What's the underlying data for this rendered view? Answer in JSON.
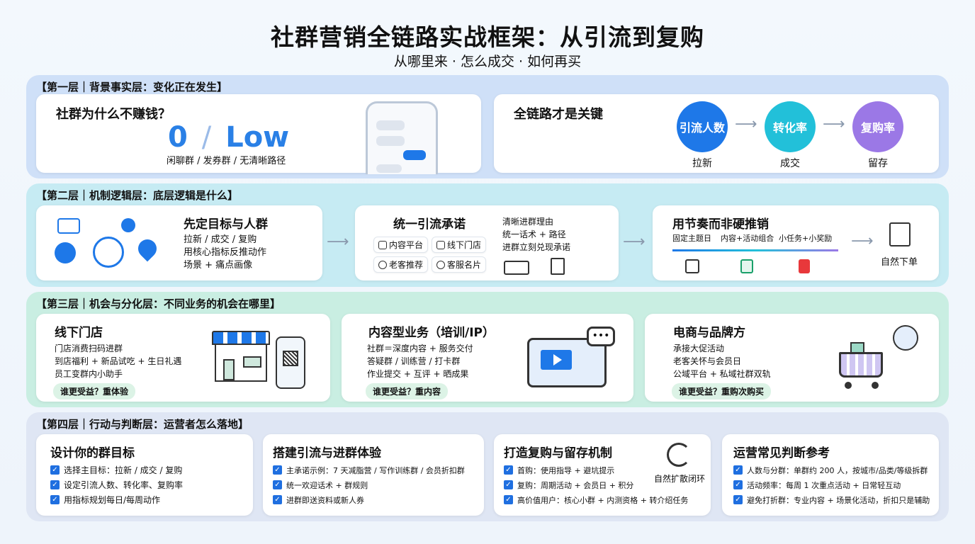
{
  "header": {
    "title": "社群营销全链路实战框架：从引流到复购",
    "subtitle": "从哪里来 · 怎么成交 · 如何再买"
  },
  "layer1": {
    "label": "【第一层｜背景事实层：变化正在发生】",
    "left": {
      "title": "社群为什么不赚钱？",
      "big_zero": "0",
      "big_sep": "/",
      "big_low": "Low",
      "caption": "闲聊群 / 发券群 / 无清晰路径"
    },
    "right": {
      "title": "全链路才是关键",
      "steps": [
        {
          "name": "引流人数",
          "label": "拉新"
        },
        {
          "name": "转化率",
          "label": "成交"
        },
        {
          "name": "复购率",
          "label": "留存"
        }
      ]
    }
  },
  "layer2": {
    "label": "【第二层｜机制逻辑层：底层逻辑是什么】",
    "card1": {
      "title": "先定目标与人群",
      "lines": [
        "拉新 / 成交 / 复购",
        "用核心指标反推动作",
        "场景 + 痛点画像"
      ]
    },
    "card2": {
      "title": "统一引流承诺",
      "chips": [
        "内容平台",
        "线下门店",
        "老客推荐",
        "客服名片"
      ],
      "lines": [
        "清晰进群理由",
        "统一话术 + 路径",
        "进群立刻兑现承诺"
      ]
    },
    "card3": {
      "title": "用节奏而非硬推销",
      "timeline": [
        "固定主题日",
        "内容+活动组合",
        "小任务+小奖励"
      ],
      "result": "自然下单"
    }
  },
  "layer3": {
    "label": "【第三层｜机会与分化层：不同业务的机会在哪里】",
    "card1": {
      "title": "线下门店",
      "lines": [
        "门店消费扫码进群",
        "到店福利 + 新品试吃 + 生日礼遇",
        "员工变群内小助手"
      ],
      "pill": "谁更受益？重体验"
    },
    "card2": {
      "title": "内容型业务（培训/IP）",
      "lines": [
        "社群＝深度内容 + 服务交付",
        "答疑群 / 训练营 / 打卡群",
        "作业提交 + 互评 + 晒成果"
      ],
      "pill": "谁更受益？重内容"
    },
    "card3": {
      "title": "电商与品牌方",
      "lines": [
        "承接大促活动",
        "老客关怀与会员日",
        "公域平台 + 私域社群双轨"
      ],
      "pill": "谁更受益？重购次购买"
    }
  },
  "layer4": {
    "label": "【第四层｜行动与判断层：运营者怎么落地】",
    "card1": {
      "title": "设计你的群目标",
      "items": [
        "选择主目标：拉新 / 成交 / 复购",
        "设定引流人数、转化率、复购率",
        "用指标规划每日/每周动作"
      ]
    },
    "card2": {
      "title": "搭建引流与进群体验",
      "items": [
        "主承诺示例：7 天减脂营 / 写作训练群 / 会员折扣群",
        "统一欢迎话术 + 群规则",
        "进群即送资料或新人券"
      ]
    },
    "card3": {
      "title": "打造复购与留存机制",
      "items": [
        "首购：使用指导 + 避坑提示",
        "复购：周期活动 + 会员日 + 积分",
        "高价值用户：核心小群 + 内测资格 + 转介绍任务"
      ],
      "loop_label": "自然扩散闭环"
    },
    "card4": {
      "title": "运营常见判断参考",
      "items": [
        "人数与分群：单群约 200 人，按城市/品类/等级拆群",
        "活动频率：每周 1 次重点活动 + 日常轻互动",
        "避免打折群：专业内容 + 场景化活动，折扣只是辅助"
      ]
    }
  },
  "colors": {
    "layer1_bg": "#cfe0f8",
    "layer2_bg": "#c6ebf3",
    "layer3_bg": "#c9eee2",
    "layer4_bg": "#dfe6f4",
    "blue": "#1e78e8",
    "cyan": "#22c0d9",
    "purple": "#9b78e6"
  }
}
